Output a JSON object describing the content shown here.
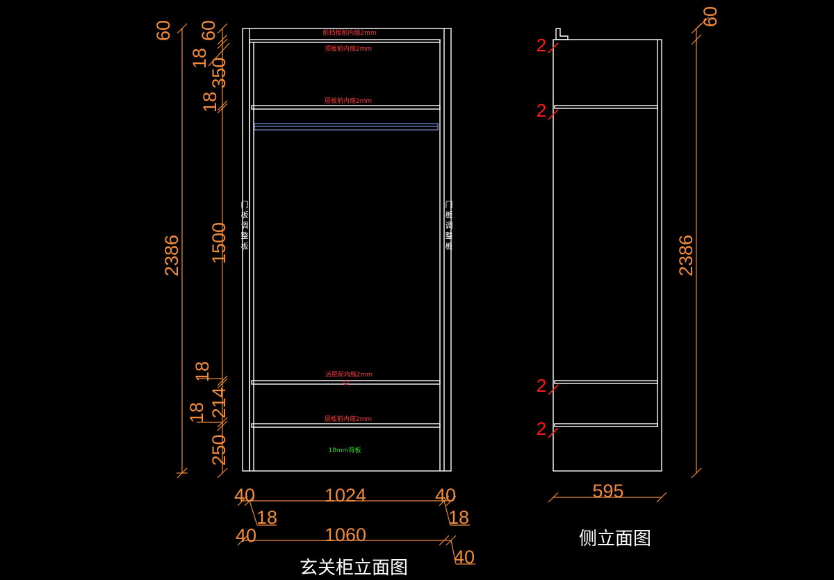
{
  "colors": {
    "background": "#000000",
    "line": "#ffffff",
    "dimension": "#f08a3c",
    "note": "#ff3b3b",
    "back_panel_note": "#19e019",
    "rail": "#7a8fd0"
  },
  "front_view": {
    "title": "玄关柜立面图",
    "notes": {
      "front_top_panel": "前挡板前内缩2mm",
      "top_panel": "顶板前内缩2mm",
      "shelf_upper": "层板前内缩2mm",
      "movable_shelf": "活层前内缩2mm",
      "shelf_lower": "层板前内缩2mm",
      "back_panel": "18mm背板",
      "small_mark": "口"
    },
    "door_adjust_left": [
      "门",
      "板",
      "调",
      "整",
      "板"
    ],
    "door_adjust_right": [
      "门",
      "板",
      "调",
      "整",
      "板"
    ],
    "vertical_dims": {
      "total": "2386",
      "top_a": "60",
      "top_b": "60",
      "d18_a": "18",
      "d350": "350",
      "d18_b": "18",
      "d1500": "1500",
      "d18_c": "18",
      "d214": "214",
      "d18_d": "18",
      "d250": "250"
    },
    "horizontal_dims": {
      "left_40_a": "40",
      "inner_1024": "1024",
      "right_40_a": "40",
      "left_18": "18",
      "right_18": "18",
      "left_40_b": "40",
      "total_1060": "1060",
      "right_40_b": "40"
    }
  },
  "side_view": {
    "title": "侧立面图",
    "top_dim": "60",
    "total_height": "2386",
    "depth": "595",
    "recess_marks": [
      "2",
      "2",
      "2",
      "2"
    ]
  }
}
